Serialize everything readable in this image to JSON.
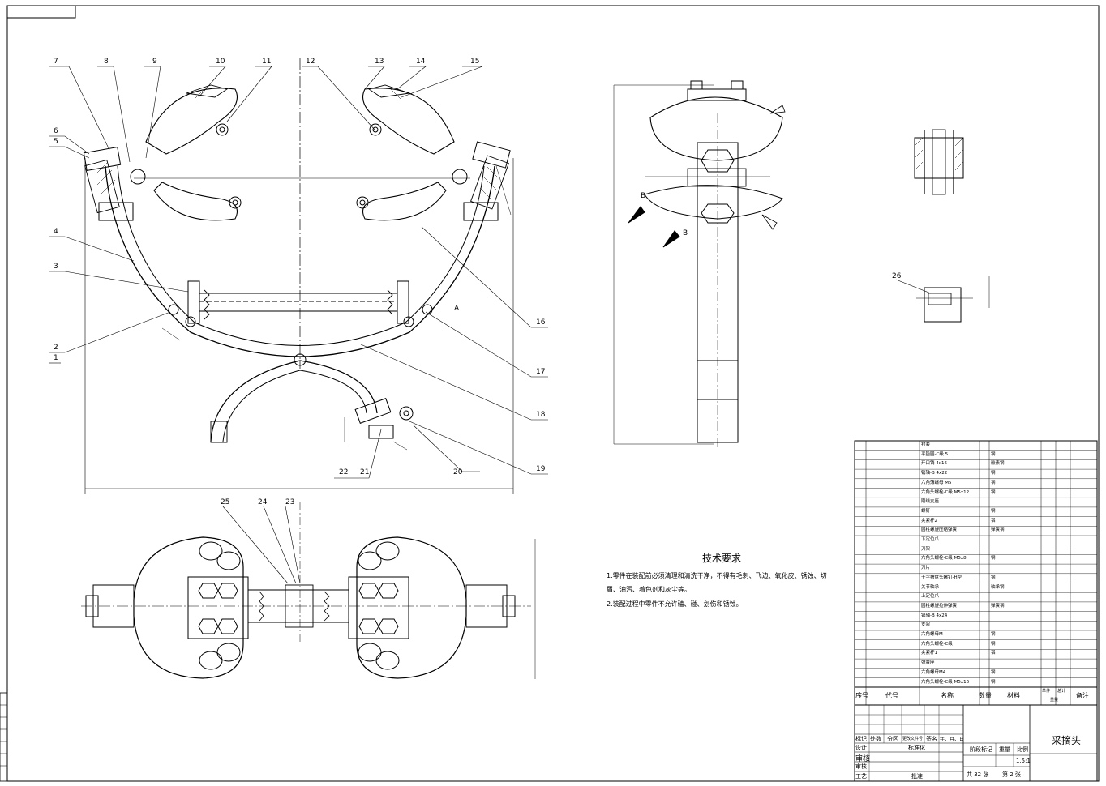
{
  "balloons": [
    "1",
    "2",
    "3",
    "4",
    "5",
    "6",
    "7",
    "8",
    "9",
    "10",
    "11",
    "12",
    "13",
    "14",
    "15",
    "16",
    "17",
    "18",
    "19",
    "20",
    "21",
    "22",
    "23",
    "24",
    "25",
    "26"
  ],
  "section_labels": {
    "a": "A",
    "b": "B",
    "b2": "B"
  },
  "technical_requirements": {
    "title": "技术要求",
    "line1": "1.零件在装配前必须清理和清洗干净，不得有毛刺、飞边、氧化皮、锈蚀、切",
    "line2": "屑、油污、着色剂和灰尘等。",
    "line3": "2.装配过程中零件不允许磕、碰、划伤和锈蚀。"
  },
  "bom": {
    "rows": [
      {
        "name": "衬套",
        "mat": ""
      },
      {
        "name": "平垫圈-C级 5",
        "mat": "钢"
      },
      {
        "name": "开口销 4x16",
        "mat": "碳素钢"
      },
      {
        "name": "销轴-B 4x22",
        "mat": "钢"
      },
      {
        "name": "六角薄螺母 M5",
        "mat": "钢"
      },
      {
        "name": "六角头螺栓-C级 M5x12",
        "mat": "钢"
      },
      {
        "name": "刚线支座",
        "mat": ""
      },
      {
        "name": "螺钉",
        "mat": "钢"
      },
      {
        "name": "夹紧杆2",
        "mat": "铝"
      },
      {
        "name": "圆柱螺旋压缩弹簧",
        "mat": "弹簧钢"
      },
      {
        "name": "下定位爪",
        "mat": ""
      },
      {
        "name": "刀架",
        "mat": ""
      },
      {
        "name": "六角头螺栓-C级 M5x8",
        "mat": "钢"
      },
      {
        "name": "刀片",
        "mat": ""
      },
      {
        "name": "十字槽盘头螺钉-H型",
        "mat": "钢"
      },
      {
        "name": "关节轴承",
        "mat": "轴承钢"
      },
      {
        "name": "上定位爪",
        "mat": ""
      },
      {
        "name": "圆柱螺旋拉伸弹簧",
        "mat": "弹簧钢"
      },
      {
        "name": "销轴-B 4x24",
        "mat": ""
      },
      {
        "name": "支架",
        "mat": ""
      },
      {
        "name": "六角螺母M",
        "mat": "钢"
      },
      {
        "name": "六角头螺栓-C级",
        "mat": "钢"
      },
      {
        "name": "夹紧杆1",
        "mat": "铝"
      },
      {
        "name": "弹簧座",
        "mat": ""
      },
      {
        "name": "六角螺母M4",
        "mat": "钢"
      },
      {
        "name": "六角头螺栓-C级 M5x16",
        "mat": "钢"
      }
    ],
    "header": {
      "seq": "序号",
      "code": "代号",
      "name": "名称",
      "qty": "数量",
      "material": "材料",
      "single": "单件",
      "total": "总计",
      "weight": "重量",
      "remark": "备注"
    }
  },
  "title_block": {
    "title": "采摘头",
    "mark": "标记",
    "count": "处数",
    "zone": "分区",
    "docno": "更改文件号",
    "sign": "签名",
    "date": "年、月、日",
    "design": "设计",
    "standard": "标准化",
    "review": "审核",
    "check": "审核",
    "process": "工艺",
    "approve": "批准",
    "stage": "阶段标记",
    "weight": "重量",
    "scale": "比例",
    "scale_value": "1.5:1",
    "sheets_total": "共 32 张",
    "sheet_no": "第 2 张"
  }
}
